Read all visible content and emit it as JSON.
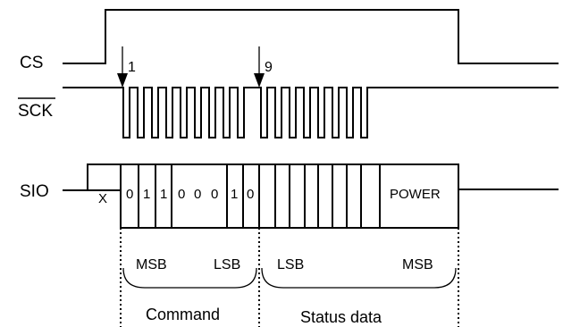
{
  "signals": {
    "cs": "CS",
    "sck": "SCK",
    "sio": "SIO"
  },
  "markers": {
    "first": "1",
    "ninth": "9"
  },
  "sio_bits": {
    "dont_care": "X",
    "command_bits": [
      "0",
      "1",
      "1",
      "0",
      "0",
      "0",
      "1",
      "0"
    ],
    "power": "POWER"
  },
  "bit_order": {
    "command_msb": "MSB",
    "command_lsb": "LSB",
    "status_lsb": "LSB",
    "status_msb": "MSB"
  },
  "sections": {
    "command": "Command",
    "status": "Status data"
  }
}
